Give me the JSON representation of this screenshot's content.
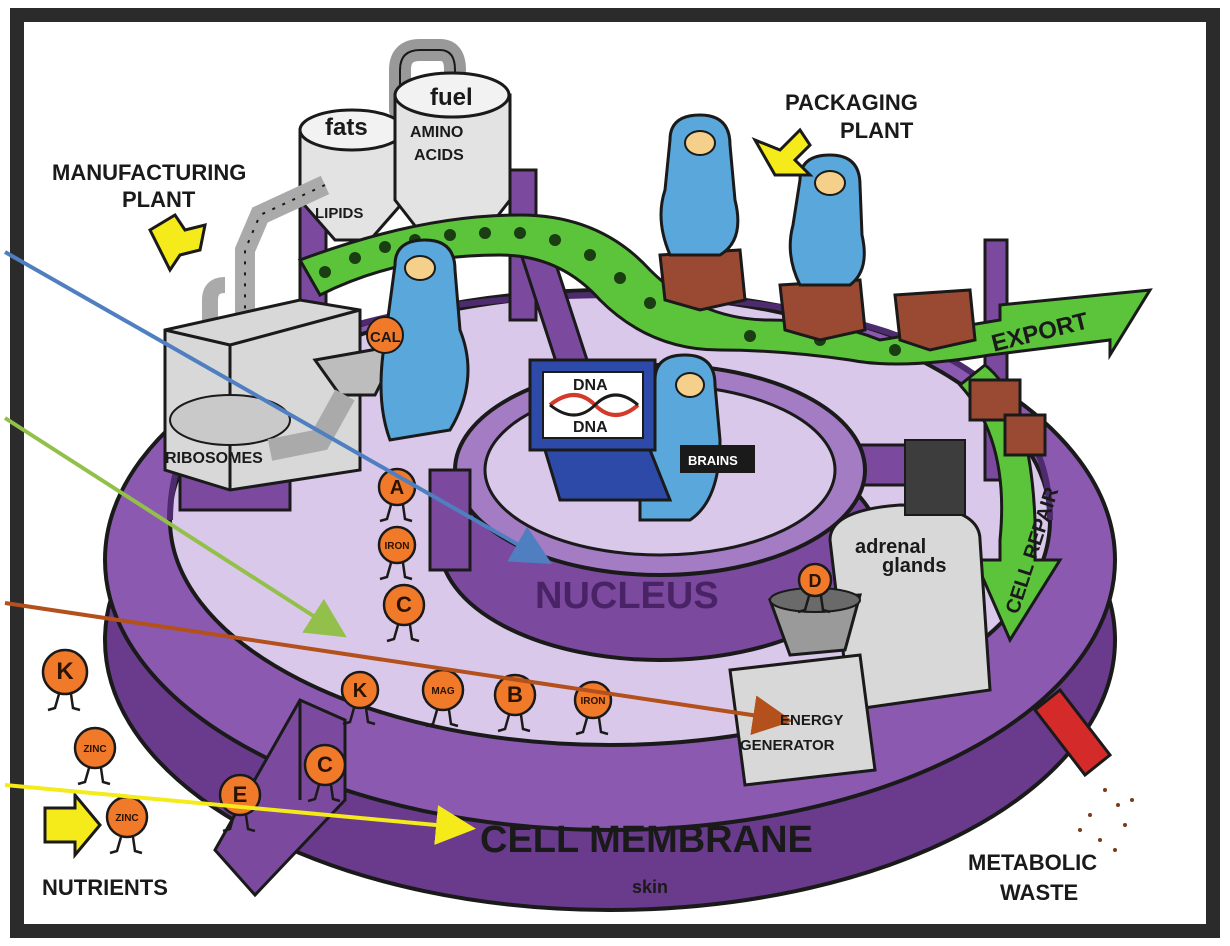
{
  "labels": {
    "manufacturing_1": "MANUFACTURING",
    "manufacturing_2": "PLANT",
    "packaging_1": "PACKAGING",
    "packaging_2": "PLANT",
    "fats": "fats",
    "fuel": "fuel",
    "amino_1": "AMINO",
    "amino_2": "ACIDS",
    "lipids": "LIPIDS",
    "cal": "CAL",
    "ribosomes": "RIBOSOMES",
    "dna_top": "DNA",
    "dna_bottom": "DNA",
    "brains": "BRAINS",
    "export": "EXPORT",
    "nucleus": "NUCLEUS",
    "adrenal_1": "adrenal",
    "adrenal_2": "glands",
    "cell_repair": "CELL REPAIR",
    "energy_1": "ENERGY",
    "energy_2": "GENERATOR",
    "cell_membrane": "CELL MEMBRANE",
    "skin": "skin",
    "metabolic_1": "METABOLIC",
    "metabolic_2": "WASTE",
    "nutrients": "NUTRIENTS"
  },
  "vitamins": {
    "a": "A",
    "iron_1": "IRON",
    "c_1": "C",
    "k_1": "K",
    "mag": "MAG",
    "b": "B",
    "iron_2": "IRON",
    "d": "D",
    "k_2": "K",
    "zinc_1": "ZINC",
    "zinc_2": "ZINC",
    "e": "E",
    "c_2": "C"
  },
  "colors": {
    "membrane_purple": "#7b4a9e",
    "membrane_dark": "#4e2a6e",
    "floor_lilac": "#d9c8ea",
    "conveyor_green": "#5cc43a",
    "worker_blue": "#5aa7dc",
    "box_brown": "#9a4a32",
    "vitamin_orange": "#f07a2a",
    "arrow_blue": "#4f7fc0",
    "arrow_green": "#93c04a",
    "arrow_brown": "#b3501c",
    "arrow_yellow": "#f5ea1a"
  }
}
